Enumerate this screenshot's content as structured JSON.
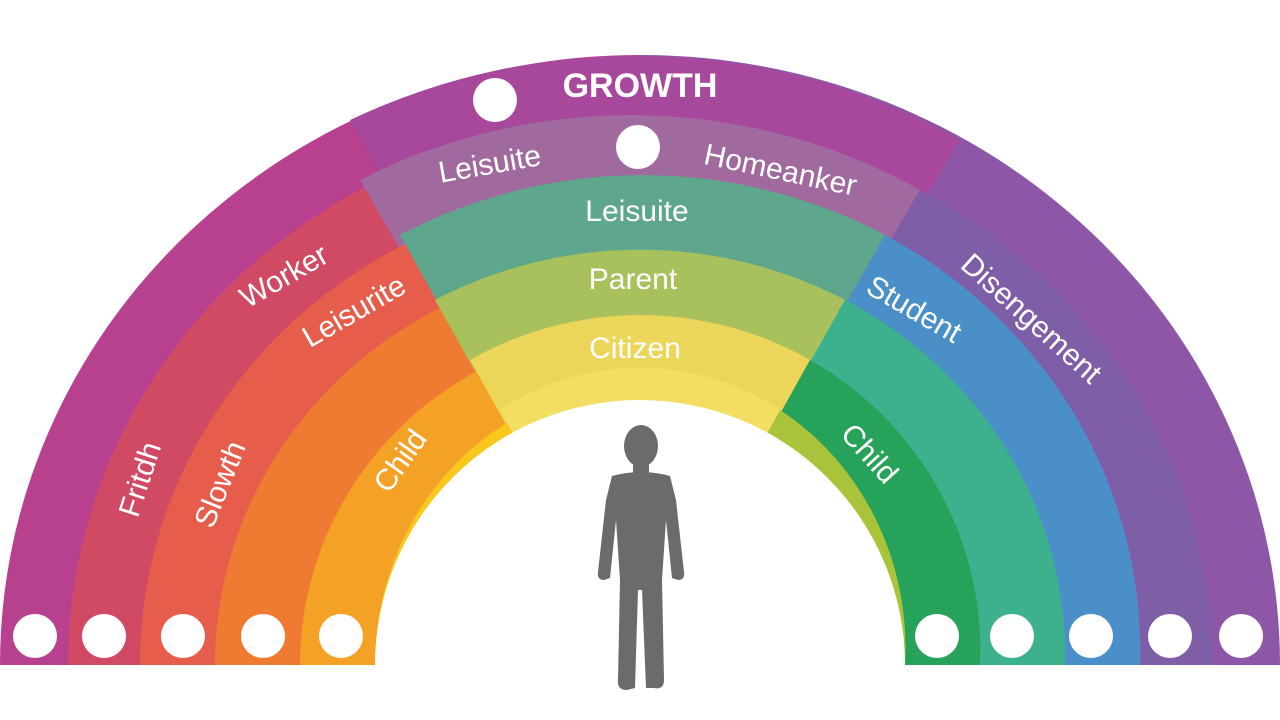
{
  "diagram": {
    "title": "GROWTH",
    "labels": {
      "leisure_top": "Leisuite",
      "homemaker": "Homeanker",
      "leisure_mid": "Leisuite",
      "worker": "Worker",
      "leisure_left": "Leisurite",
      "parent": "Parent",
      "citizen": "Citizen",
      "student": "Student",
      "disengagement": "Disengement",
      "birth": "Fritdh",
      "slowth": "Slowth",
      "child_left": "Child",
      "child_right": "Child"
    },
    "figure": "person-silhouette",
    "colors": {
      "outer_arc": "#b0449a",
      "violet": "#8a5aa8",
      "blue": "#4d8fc6",
      "teal": "#3aaf8a",
      "green": "#27a55a",
      "lime": "#a7c43d",
      "yellow": "#f6d62b",
      "orange": "#f3a52a",
      "red_orange": "#ea6a3c",
      "figure": "#6b6b6b"
    }
  }
}
